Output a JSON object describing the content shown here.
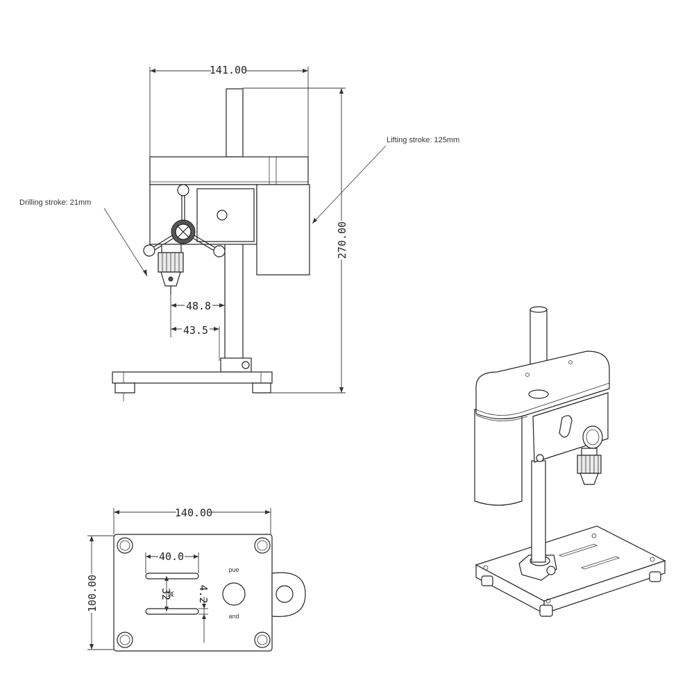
{
  "dimensions": {
    "width_top": "141.00",
    "height_total": "270.00",
    "reach_outer": "48.8",
    "reach_inner": "43.5",
    "base_width": "140.00",
    "base_depth": "100.00",
    "slot_length": "40.0",
    "slot_spacing": "32",
    "slot_width": "4.2"
  },
  "annotations": {
    "lifting_stroke": "Lifting stroke: 125mm",
    "drilling_stroke": "Drilling stroke: 21mm"
  },
  "base_labels": {
    "top": "pue",
    "bottom": "and"
  }
}
